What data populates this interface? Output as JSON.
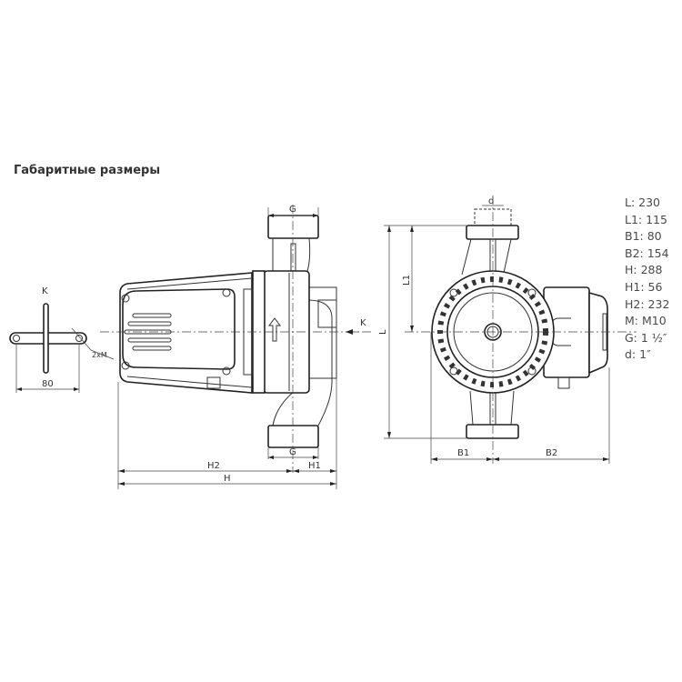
{
  "title": "Габаритные размеры",
  "specs": [
    "L: 230",
    "L1: 115",
    "B1: 80",
    "B2: 154",
    "H: 288",
    "H1: 56",
    "H2: 232",
    "M: M10",
    "G: 1 ½″",
    "d: 1″"
  ],
  "drawing_labels": {
    "k_view": "K",
    "k_arrow": "K",
    "dim_80": "80",
    "bolt": "2xM",
    "g_top": "G",
    "g_bottom": "G",
    "h2": "H2",
    "h1": "H1",
    "h": "H",
    "d": "d",
    "l": "L",
    "l1": "L1",
    "b1": "B1",
    "b2": "B2"
  }
}
